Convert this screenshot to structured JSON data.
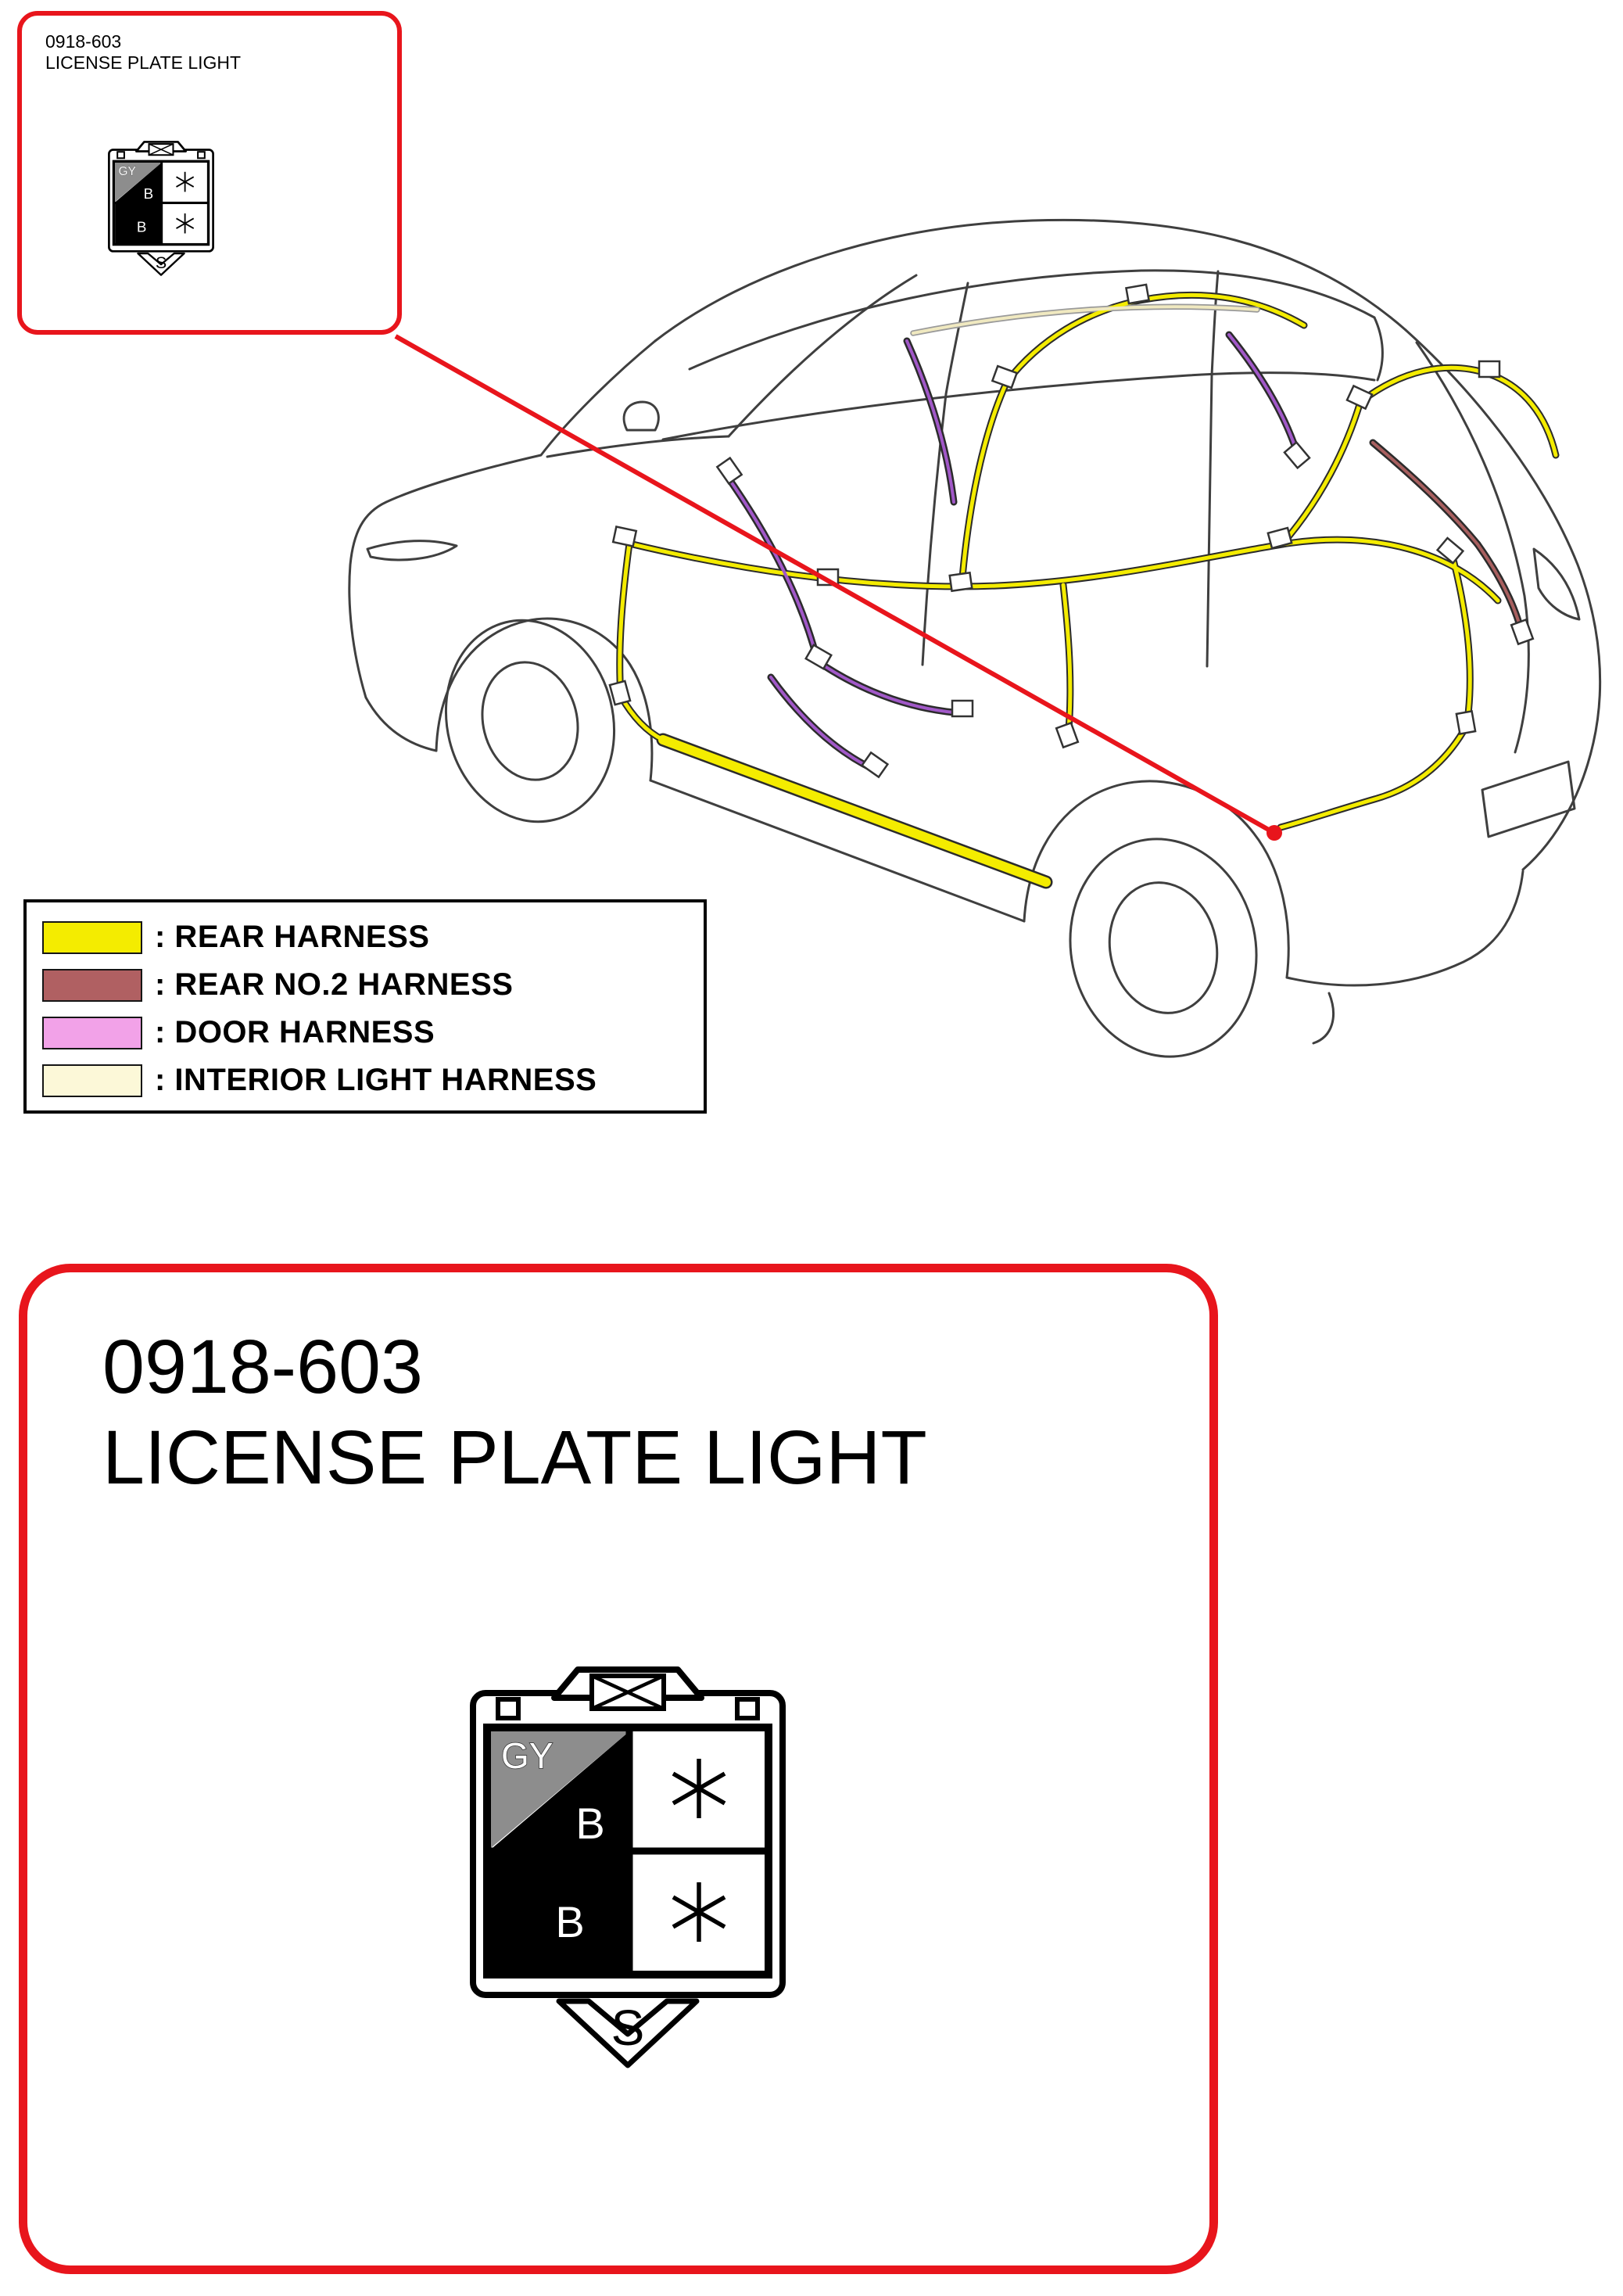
{
  "callout": {
    "code": "0918-603",
    "title": "LICENSE PLATE LIGHT"
  },
  "detail": {
    "code": "0918-603",
    "title": "LICENSE PLATE LIGHT"
  },
  "connector": {
    "wire_color": "GY",
    "pin_top": "B",
    "pin_bottom": "B",
    "symbol_top": "*",
    "symbol_bottom": "*",
    "shield_label": "S"
  },
  "legend": {
    "items": [
      {
        "label": ": REAR HARNESS",
        "color": "#f4ec00"
      },
      {
        "label": ": REAR NO.2 HARNESS",
        "color": "#b06062"
      },
      {
        "label": ": DOOR HARNESS",
        "color": "#f2a2e8"
      },
      {
        "label": ": INTERIOR LIGHT HARNESS",
        "color": "#fcf8d8"
      }
    ]
  },
  "colors": {
    "frame_red": "#e8151c",
    "leader_line": "#e8151c",
    "rear_harness": "#f4ec00",
    "rear_no2_harness": "#b06062",
    "door_harness_drawn": "#a158c8",
    "interior_light_harness": "#f0e9c0",
    "connector_gray": "#8d8d8d"
  }
}
